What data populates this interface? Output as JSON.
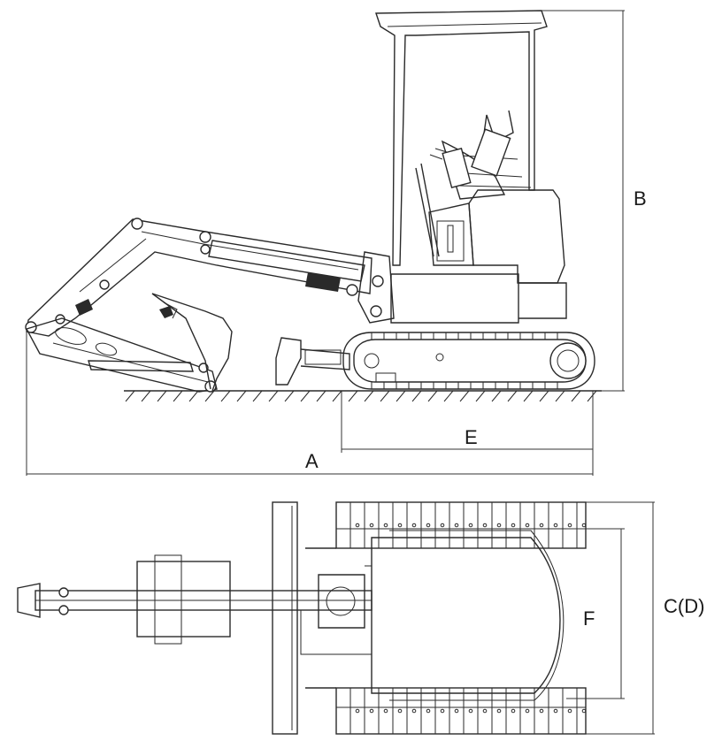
{
  "labels": {
    "a": "A",
    "b": "B",
    "c_d": "C(D)",
    "e": "E",
    "f": "F"
  },
  "colors": {
    "line": "#2a2a2a",
    "background": "#ffffff"
  }
}
